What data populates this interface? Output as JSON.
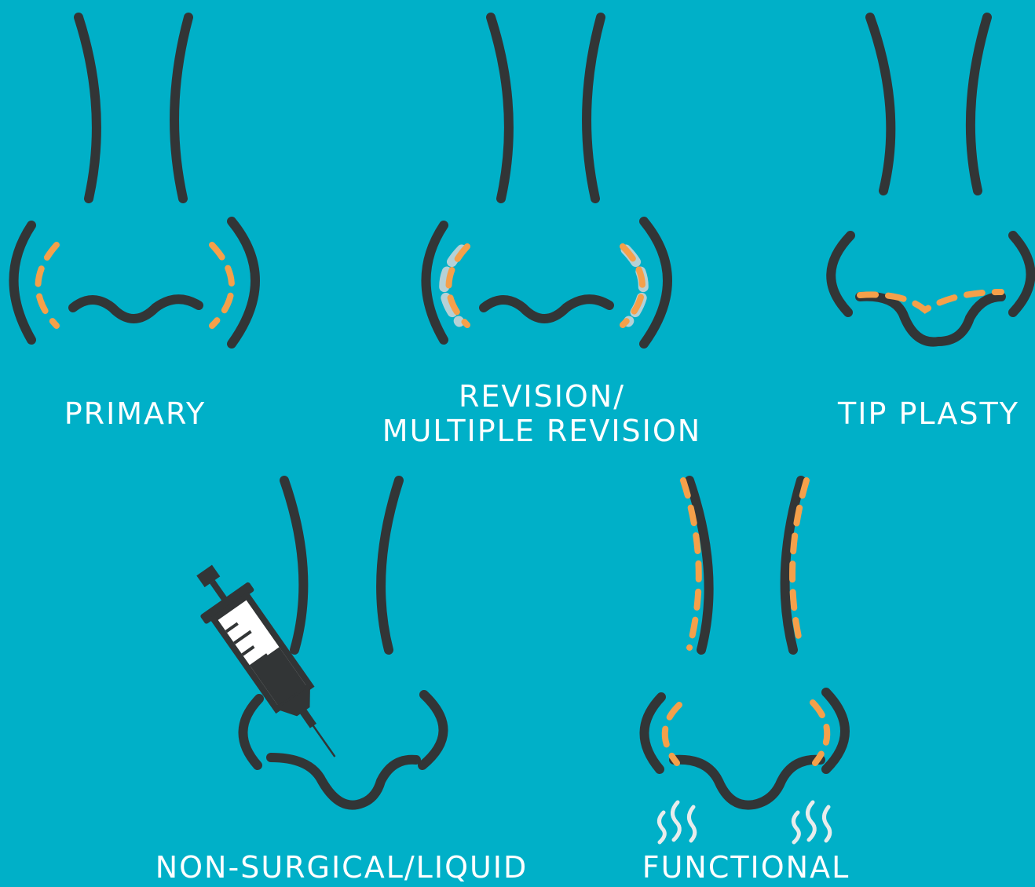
{
  "colors": {
    "background": "#00b0c8",
    "outline": "#323536",
    "incision": "#f5a04a",
    "previous_incision": "#d5d7d8",
    "label": "#ffffff"
  },
  "procedures": [
    {
      "label": "PRIMARY",
      "icon": "nose-primary-icon"
    },
    {
      "label_line1": "REVISION/",
      "label_line2": "MULTIPLE REVISION",
      "icon": "nose-revision-icon"
    },
    {
      "label": "TIP PLASTY",
      "icon": "nose-tip-plasty-icon"
    },
    {
      "label": "NON-SURGICAL/LIQUID",
      "icon": "nose-syringe-icon"
    },
    {
      "label": "FUNCTIONAL",
      "icon": "nose-airflow-icon"
    }
  ]
}
